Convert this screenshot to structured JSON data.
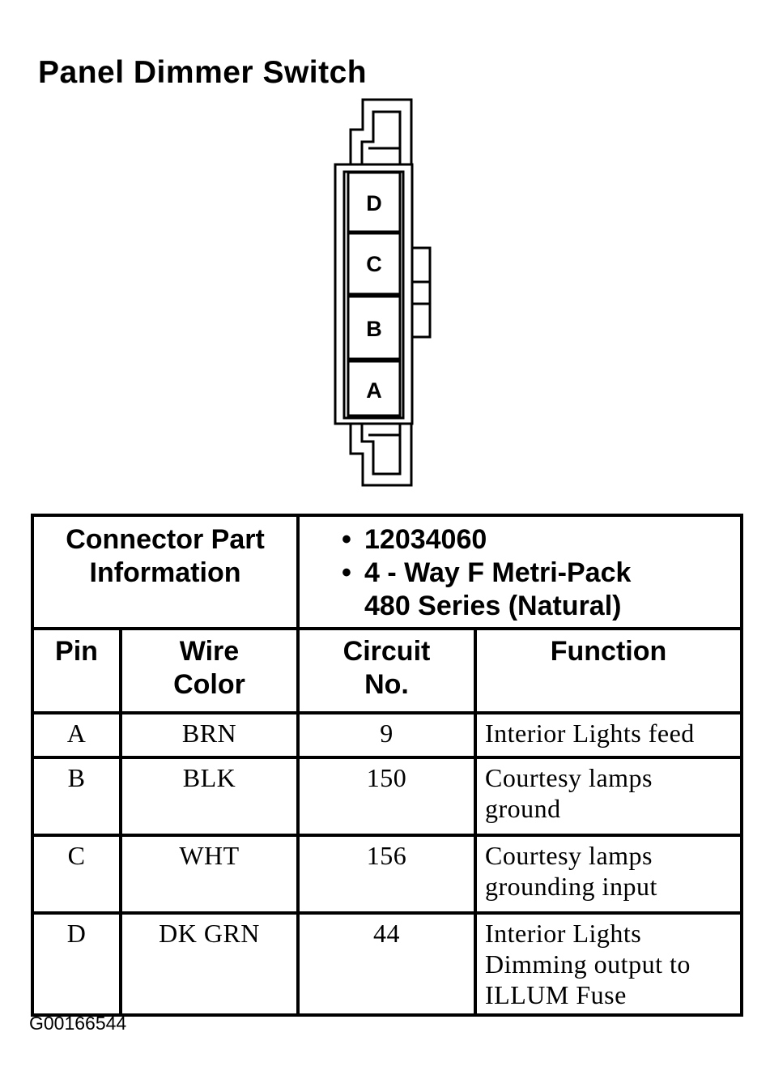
{
  "title": "Panel Dimmer Switch",
  "connector": {
    "pins": [
      "D",
      "C",
      "B",
      "A"
    ]
  },
  "part_info": {
    "label_line1": "Connector Part",
    "label_line2": "Information",
    "part_number": "12034060",
    "description_line1": "4 - Way F Metri-Pack",
    "description_line2": "480 Series (Natural)"
  },
  "table": {
    "headers": {
      "pin": "Pin",
      "wire_color_line1": "Wire",
      "wire_color_line2": "Color",
      "circuit_line1": "Circuit",
      "circuit_line2": "No.",
      "function": "Function"
    },
    "rows": [
      {
        "pin": "A",
        "wire": "BRN",
        "circuit": "9",
        "function_lines": [
          "Interior Lights feed"
        ]
      },
      {
        "pin": "B",
        "wire": "BLK",
        "circuit": "150",
        "function_lines": [
          "Courtesy lamps",
          "ground"
        ]
      },
      {
        "pin": "C",
        "wire": "WHT",
        "circuit": "156",
        "function_lines": [
          "Courtesy lamps",
          "grounding input"
        ]
      },
      {
        "pin": "D",
        "wire": "DK GRN",
        "circuit": "44",
        "function_lines": [
          "Interior Lights",
          "Dimming output to",
          "ILLUM Fuse"
        ]
      }
    ]
  },
  "figure_id": "G00166544"
}
